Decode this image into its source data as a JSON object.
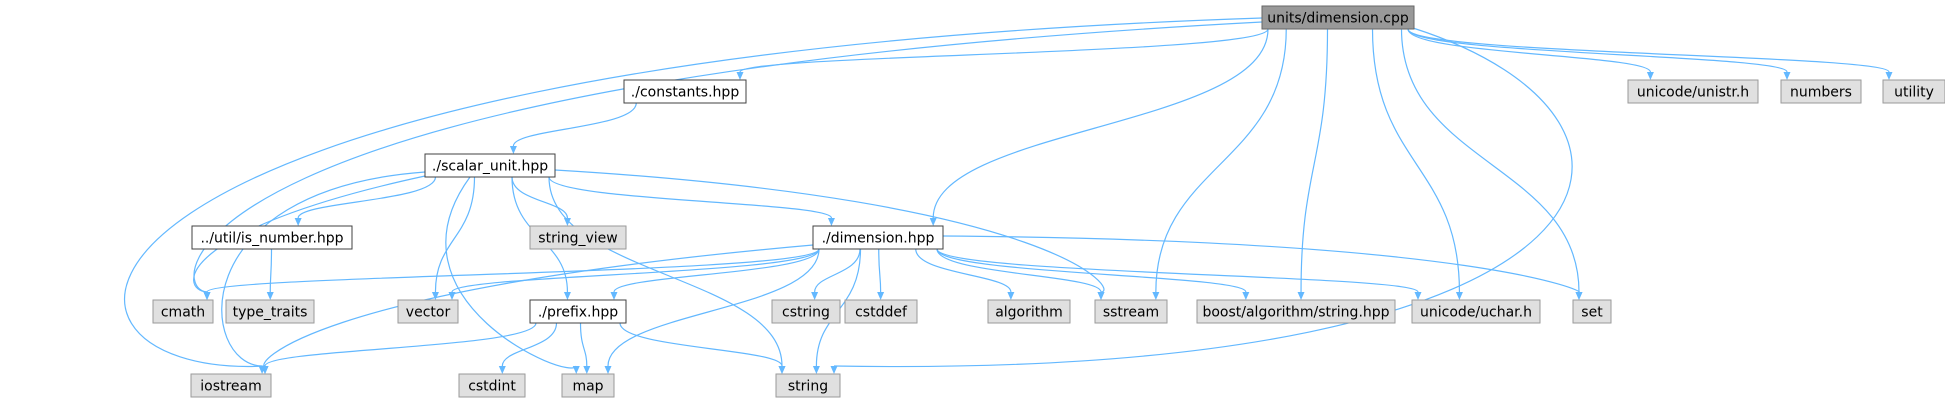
{
  "root": "units/dimension.cpp",
  "nodes": [
    {
      "id": "root",
      "label": "units/dimension.cpp",
      "style": "root"
    },
    {
      "id": "constants",
      "label": "./constants.hpp",
      "style": "file"
    },
    {
      "id": "scalar",
      "label": "./scalar_unit.hpp",
      "style": "file"
    },
    {
      "id": "isnumber",
      "label": "../util/is_number.hpp",
      "style": "file"
    },
    {
      "id": "dimension",
      "label": "./dimension.hpp",
      "style": "file"
    },
    {
      "id": "prefix",
      "label": "./prefix.hpp",
      "style": "file"
    },
    {
      "id": "unistr",
      "label": "unicode/unistr.h",
      "style": "system"
    },
    {
      "id": "numbers",
      "label": "numbers",
      "style": "system"
    },
    {
      "id": "utility",
      "label": "utility",
      "style": "system"
    },
    {
      "id": "string_view",
      "label": "string_view",
      "style": "system"
    },
    {
      "id": "cmath",
      "label": "cmath",
      "style": "system"
    },
    {
      "id": "type_traits",
      "label": "type_traits",
      "style": "system"
    },
    {
      "id": "vector",
      "label": "vector",
      "style": "system"
    },
    {
      "id": "cstring",
      "label": "cstring",
      "style": "system"
    },
    {
      "id": "cstddef",
      "label": "cstddef",
      "style": "system"
    },
    {
      "id": "algorithm",
      "label": "algorithm",
      "style": "system"
    },
    {
      "id": "sstream",
      "label": "sstream",
      "style": "system"
    },
    {
      "id": "boost",
      "label": "boost/algorithm/string.hpp",
      "style": "system"
    },
    {
      "id": "uchar",
      "label": "unicode/uchar.h",
      "style": "system"
    },
    {
      "id": "set",
      "label": "set",
      "style": "system"
    },
    {
      "id": "iostream",
      "label": "iostream",
      "style": "system"
    },
    {
      "id": "cstdint",
      "label": "cstdint",
      "style": "system"
    },
    {
      "id": "map",
      "label": "map",
      "style": "system"
    },
    {
      "id": "string",
      "label": "string",
      "style": "system"
    }
  ],
  "edges": [
    [
      "root",
      "constants"
    ],
    [
      "root",
      "dimension"
    ],
    [
      "root",
      "iostream"
    ],
    [
      "root",
      "cmath"
    ],
    [
      "root",
      "sstream"
    ],
    [
      "root",
      "boost"
    ],
    [
      "root",
      "uchar"
    ],
    [
      "root",
      "set"
    ],
    [
      "root",
      "string"
    ],
    [
      "root",
      "unistr"
    ],
    [
      "root",
      "numbers"
    ],
    [
      "root",
      "utility"
    ],
    [
      "constants",
      "scalar"
    ],
    [
      "scalar",
      "isnumber"
    ],
    [
      "scalar",
      "dimension"
    ],
    [
      "scalar",
      "prefix"
    ],
    [
      "scalar",
      "string_view"
    ],
    [
      "scalar",
      "cmath"
    ],
    [
      "scalar",
      "vector"
    ],
    [
      "scalar",
      "iostream"
    ],
    [
      "scalar",
      "map"
    ],
    [
      "scalar",
      "string"
    ],
    [
      "scalar",
      "sstream"
    ],
    [
      "isnumber",
      "type_traits"
    ],
    [
      "dimension",
      "cmath"
    ],
    [
      "dimension",
      "vector"
    ],
    [
      "dimension",
      "iostream"
    ],
    [
      "dimension",
      "prefix"
    ],
    [
      "dimension",
      "map"
    ],
    [
      "dimension",
      "cstring"
    ],
    [
      "dimension",
      "cstddef"
    ],
    [
      "dimension",
      "string"
    ],
    [
      "dimension",
      "algorithm"
    ],
    [
      "dimension",
      "sstream"
    ],
    [
      "dimension",
      "boost"
    ],
    [
      "dimension",
      "uchar"
    ],
    [
      "dimension",
      "set"
    ],
    [
      "prefix",
      "iostream"
    ],
    [
      "prefix",
      "cstdint"
    ],
    [
      "prefix",
      "map"
    ],
    [
      "prefix",
      "string"
    ]
  ],
  "colors": {
    "edge": "#63b8ff",
    "root_fill": "#999999",
    "file_fill": "#ffffff",
    "system_fill": "#e0e0e0",
    "file_border": "#404040",
    "system_border": "#999999",
    "root_border": "#666666"
  }
}
